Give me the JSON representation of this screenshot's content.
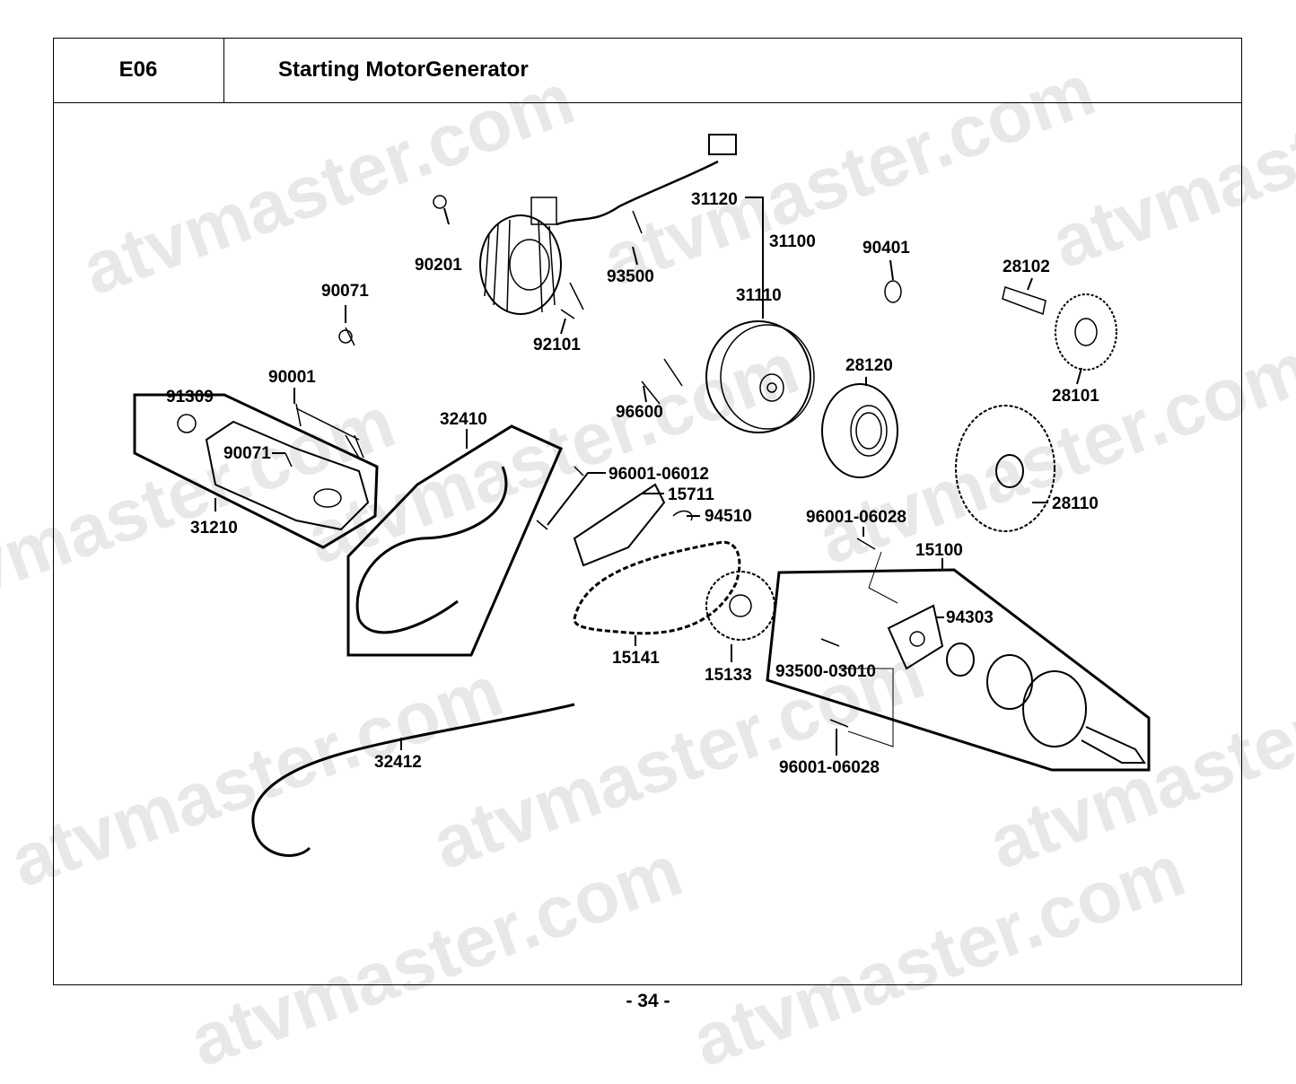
{
  "header": {
    "code": "E06",
    "title": "Starting MotorGenerator"
  },
  "footer": {
    "page": "- 34 -"
  },
  "watermark": {
    "text": "atvmaster.com"
  },
  "parts": {
    "p31120": "31120",
    "p31100": "31100",
    "p90201": "90201",
    "p93500": "93500",
    "p90401": "90401",
    "p28102": "28102",
    "p90071a": "90071",
    "p31110": "31110",
    "p92101": "92101",
    "p28120": "28120",
    "p28101": "28101",
    "p90001": "90001",
    "p91309": "91309",
    "p96600": "96600",
    "p32410": "32410",
    "p90071b": "90071",
    "p96001_06012": "96001-06012",
    "p15711": "15711",
    "p94510": "94510",
    "p31210": "31210",
    "p28110": "28110",
    "p96001_06028a": "96001-06028",
    "p15100": "15100",
    "p94303": "94303",
    "p15141": "15141",
    "p93500_03010": "93500-03010",
    "p15133": "15133",
    "p32412": "32412",
    "p96001_06028b": "96001-06028"
  }
}
